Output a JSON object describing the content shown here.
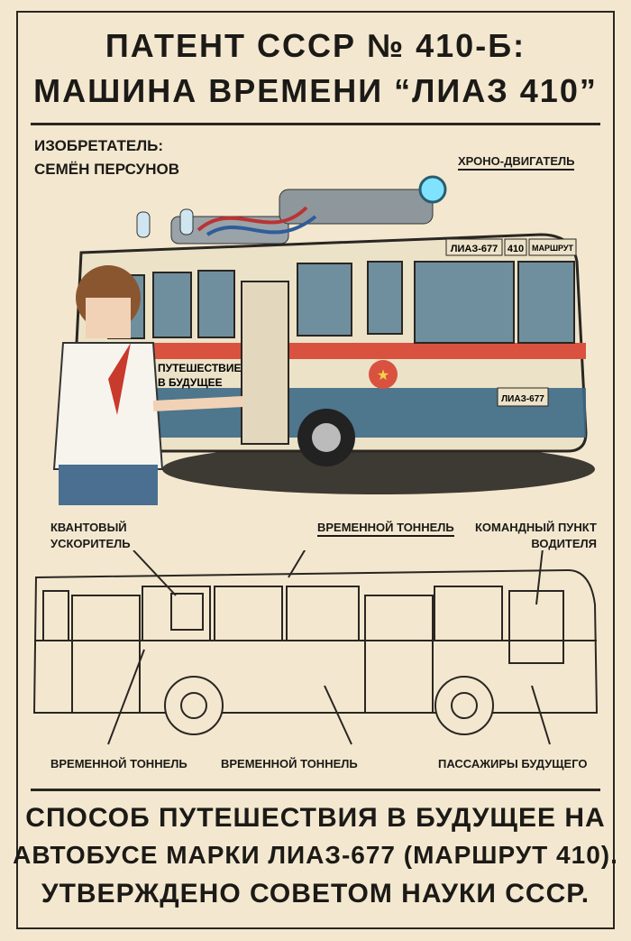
{
  "header": {
    "title_line1": "ПАТЕНТ СССР № 410-Б:",
    "title_line2": "МАШИНА ВРЕМЕНИ “ЛИАЗ 410”"
  },
  "inventor": {
    "label": "ИЗОБРЕТАТЕЛЬ:",
    "name": "СЕМЁН ПЕРСУНОВ"
  },
  "illustration": {
    "engine_label": "ХРОНО-ДВИГАТЕЛЬ",
    "route_sign": {
      "model": "ЛИАЗ-677",
      "number": "410",
      "word": "МАРШРУТ"
    },
    "plate": "ЛИАЗ-677",
    "side_text_line1": "ПУТЕШЕСТВИЕ",
    "side_text_line2": "В БУДУЩЕЕ"
  },
  "schematic_labels": {
    "quantum_accel_line1": "КВАНТОВЫЙ",
    "quantum_accel_line2": "УСКОРИТЕЛЬ",
    "tunnel_top": "ВРЕМЕННОЙ ТОННЕЛЬ",
    "driver_line1": "КОМАНДНЫЙ ПУНКТ",
    "driver_line2": "ВОДИТЕЛЯ",
    "tunnel_bottom_left": "ВРЕМЕННОЙ ТОННЕЛЬ",
    "tunnel_bottom_mid": "ВРЕМЕННОЙ ТОННЕЛЬ",
    "passengers": "ПАССАЖИРЫ БУДУЩЕГО"
  },
  "footer": {
    "line1": "СПОСОБ ПУТЕШЕСТВИЯ В БУДУЩЕЕ НА",
    "line2": "АВТОБУСЕ МАРКИ ЛИАЗ-677 (МАРШРУТ 410).",
    "line3": "УТВЕРЖДЕНО СОВЕТОМ НАУКИ СССР."
  },
  "colors": {
    "paper": "#f3e8cf",
    "ink": "#1c1a17",
    "stripe": "#d9523f",
    "blue": "#3d6a86",
    "cream": "#ece2c8"
  }
}
